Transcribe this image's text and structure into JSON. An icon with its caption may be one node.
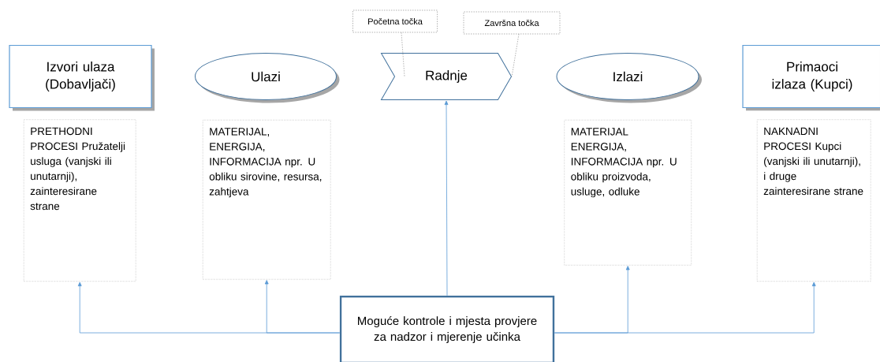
{
  "diagram": {
    "nodes": [
      {
        "text": [
          "Izvori ulaza (Dobavljači)"
        ]
      },
      {
        "text": [
          "Ulazi"
        ]
      },
      {
        "text": [
          "Radnje"
        ]
      },
      {
        "text": [
          "Izlazi"
        ]
      },
      {
        "text": [
          "Primaoci izlaza (Kupci)"
        ]
      },
      {
        "text": [
          "PRETHODNI PROCESI Pružatelji usluga (vanjski ili unutarnji), zainteresirane strane"
        ]
      },
      {
        "text": [
          "MATERIJAL, ENERGIJA, INFORMACIJA npr. U obliku sirovine, resursa, zahtjeva"
        ]
      },
      {
        "text": [
          "MATERIJAL ENERGIJA, INFORMACIJA npr. U obliku proizvoda, usluge, odluke"
        ]
      },
      {
        "text": [
          "NAKNADNI PROCESI Kupci (vanjski ili unutarnji), i druge zainteresirane strane"
        ]
      },
      {
        "text": [
          "Moguće kontrole i mjesta provjere za nadzor i mjerenje učinka"
        ]
      },
      {
        "text": [
          "Početna točka"
        ]
      },
      {
        "text": [
          "Završna točka"
        ]
      }
    ],
    "edges": [
      {
        "from": 9,
        "to": 5,
        "arrow": "to"
      },
      {
        "from": 9,
        "to": 6,
        "arrow": "to"
      },
      {
        "from": 9,
        "to": 2,
        "arrow": "to"
      },
      {
        "from": 9,
        "to": 7,
        "arrow": "to"
      },
      {
        "from": 9,
        "to": 8,
        "arrow": "to"
      },
      {
        "from": 10,
        "to": 2,
        "arrow": "none",
        "style": "dashed",
        "color": "#404040"
      },
      {
        "from": 11,
        "to": 2,
        "arrow": "none",
        "style": "dashed",
        "color": "#404040"
      }
    ]
  }
}
